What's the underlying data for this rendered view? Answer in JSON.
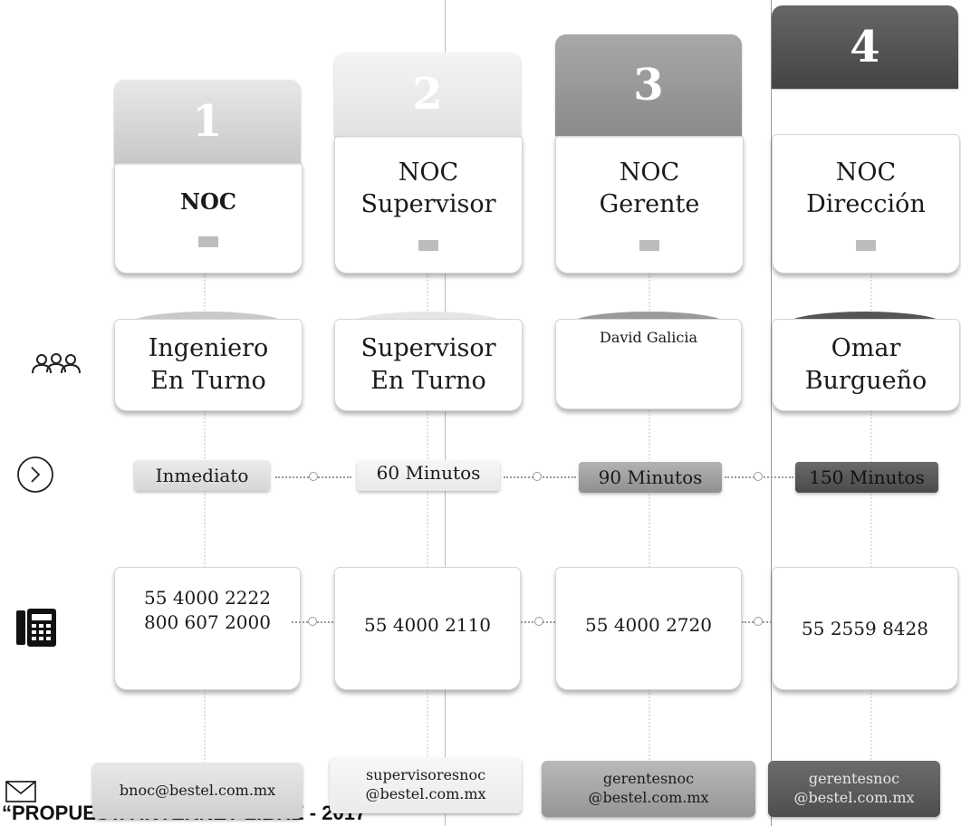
{
  "levels": [
    {
      "number": "1",
      "title_lines": [
        "NOC"
      ],
      "title_bold": true,
      "person_lines": [
        "Ingeniero",
        "En Turno"
      ],
      "time": "Inmediato",
      "phones": [
        "55 4000 2222",
        "800 607 2000"
      ],
      "email_lines": [
        "bnoc@bestel.com.mx"
      ]
    },
    {
      "number": "2",
      "title_lines": [
        "NOC",
        "Supervisor"
      ],
      "title_bold": false,
      "person_lines": [
        "Supervisor",
        "En Turno"
      ],
      "time": "60 Minutos",
      "phones": [
        "55 4000 2110"
      ],
      "email_lines": [
        "supervisoresnoc",
        "@bestel.com.mx"
      ]
    },
    {
      "number": "3",
      "title_lines": [
        "NOC",
        "Gerente"
      ],
      "title_bold": false,
      "person_lines": [
        "David Galicia"
      ],
      "time": "90 Minutos",
      "phones": [
        "55 4000 2720"
      ],
      "email_lines": [
        "gerentesnoc",
        "@bestel.com.mx"
      ]
    },
    {
      "number": "4",
      "title_lines": [
        "NOC",
        "Dirección"
      ],
      "title_bold": false,
      "person_lines": [
        "Omar",
        "Burgueño"
      ],
      "time": "150 Minutos",
      "phones": [
        "55 2559 8428"
      ],
      "email_lines": [
        "gerentesnoc",
        "@bestel.com.mx"
      ]
    }
  ],
  "colors": {
    "level1": "#d9d9d9",
    "level2": "#eeeeee",
    "level3": "#9a9a9a",
    "level4": "#555555"
  },
  "row_icons": [
    "people-icon",
    "arrow-circle-icon",
    "phone-icon",
    "envelope-icon"
  ],
  "footer_text": "“PROPUESTA INTERNET LIBRE - 2017"
}
